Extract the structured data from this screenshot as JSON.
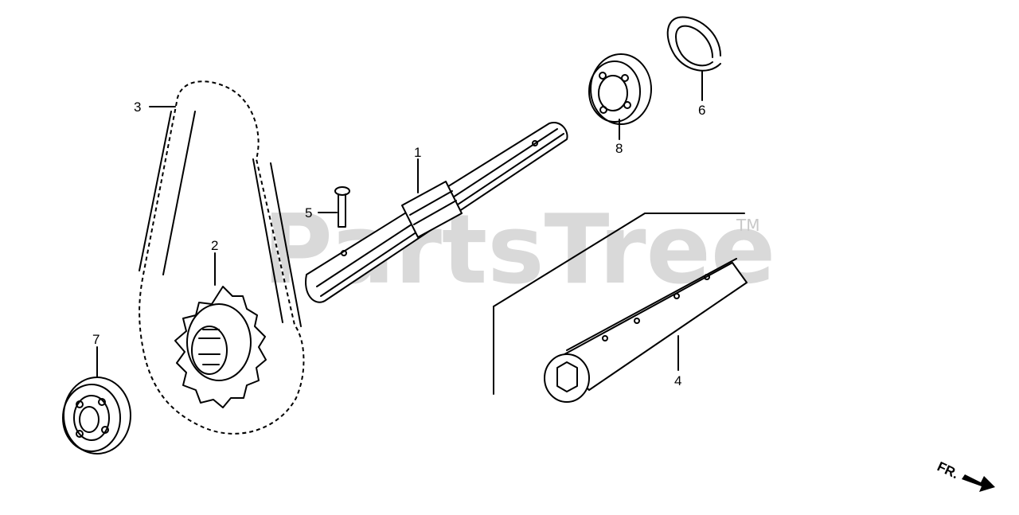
{
  "watermark": {
    "text": "PartsTree",
    "trademark": "TM"
  },
  "direction": {
    "label": "FR."
  },
  "callouts": [
    {
      "number": "1"
    },
    {
      "number": "2"
    },
    {
      "number": "3"
    },
    {
      "number": "4"
    },
    {
      "number": "5"
    },
    {
      "number": "6"
    },
    {
      "number": "7"
    },
    {
      "number": "8"
    }
  ]
}
